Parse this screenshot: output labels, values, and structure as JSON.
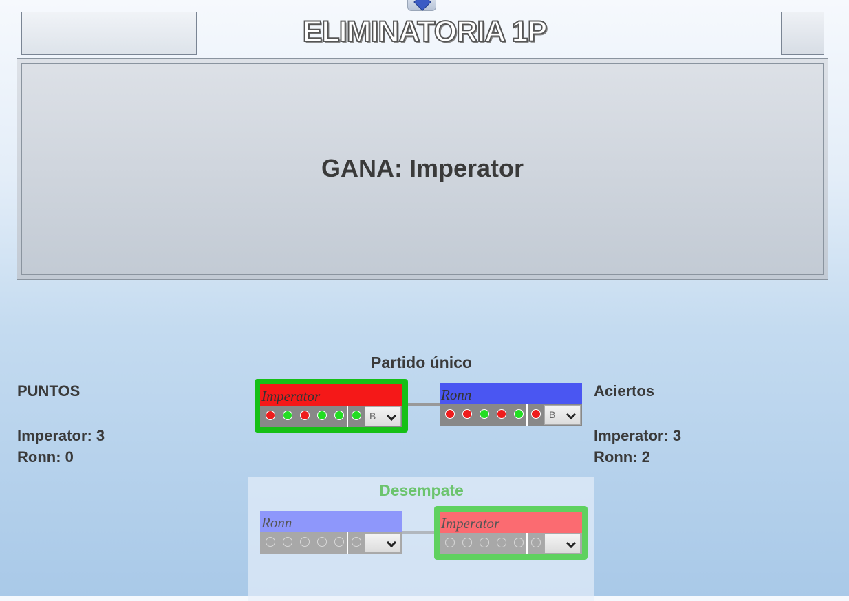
{
  "header": {
    "title": "ELIMINATORIA 1P"
  },
  "result": {
    "text": "GANA: Imperator"
  },
  "points": {
    "title": "PUNTOS",
    "lines": [
      "Imperator: 3",
      "Ronn: 0"
    ]
  },
  "hits": {
    "title": "Aciertos",
    "lines": [
      "Imperator: 3",
      "Ronn: 2"
    ]
  },
  "match": {
    "title": "Partido único",
    "left": {
      "name": "Imperator",
      "name_color": "#f51818",
      "winner": true,
      "dots": [
        "red",
        "green",
        "red",
        "green",
        "green",
        "green"
      ],
      "select_value": "B"
    },
    "right": {
      "name": "Ronn",
      "name_color": "#4a56f2",
      "winner": false,
      "dots": [
        "red",
        "red",
        "green",
        "red",
        "green",
        "red"
      ],
      "select_value": "B"
    }
  },
  "tiebreak": {
    "title": "Desempate",
    "left": {
      "name": "Ronn",
      "name_color": "#8e97fb",
      "winner": false,
      "dots": [
        "empty",
        "empty",
        "empty",
        "empty",
        "empty",
        "empty"
      ],
      "select_value": ""
    },
    "right": {
      "name": "Imperator",
      "name_color": "#fb6b71",
      "winner": true,
      "dots": [
        "empty",
        "empty",
        "empty",
        "empty",
        "empty",
        "empty"
      ],
      "select_value": ""
    }
  },
  "colors": {
    "winner_border": "#16c016",
    "winner_border_faded": "#5fd15f"
  }
}
